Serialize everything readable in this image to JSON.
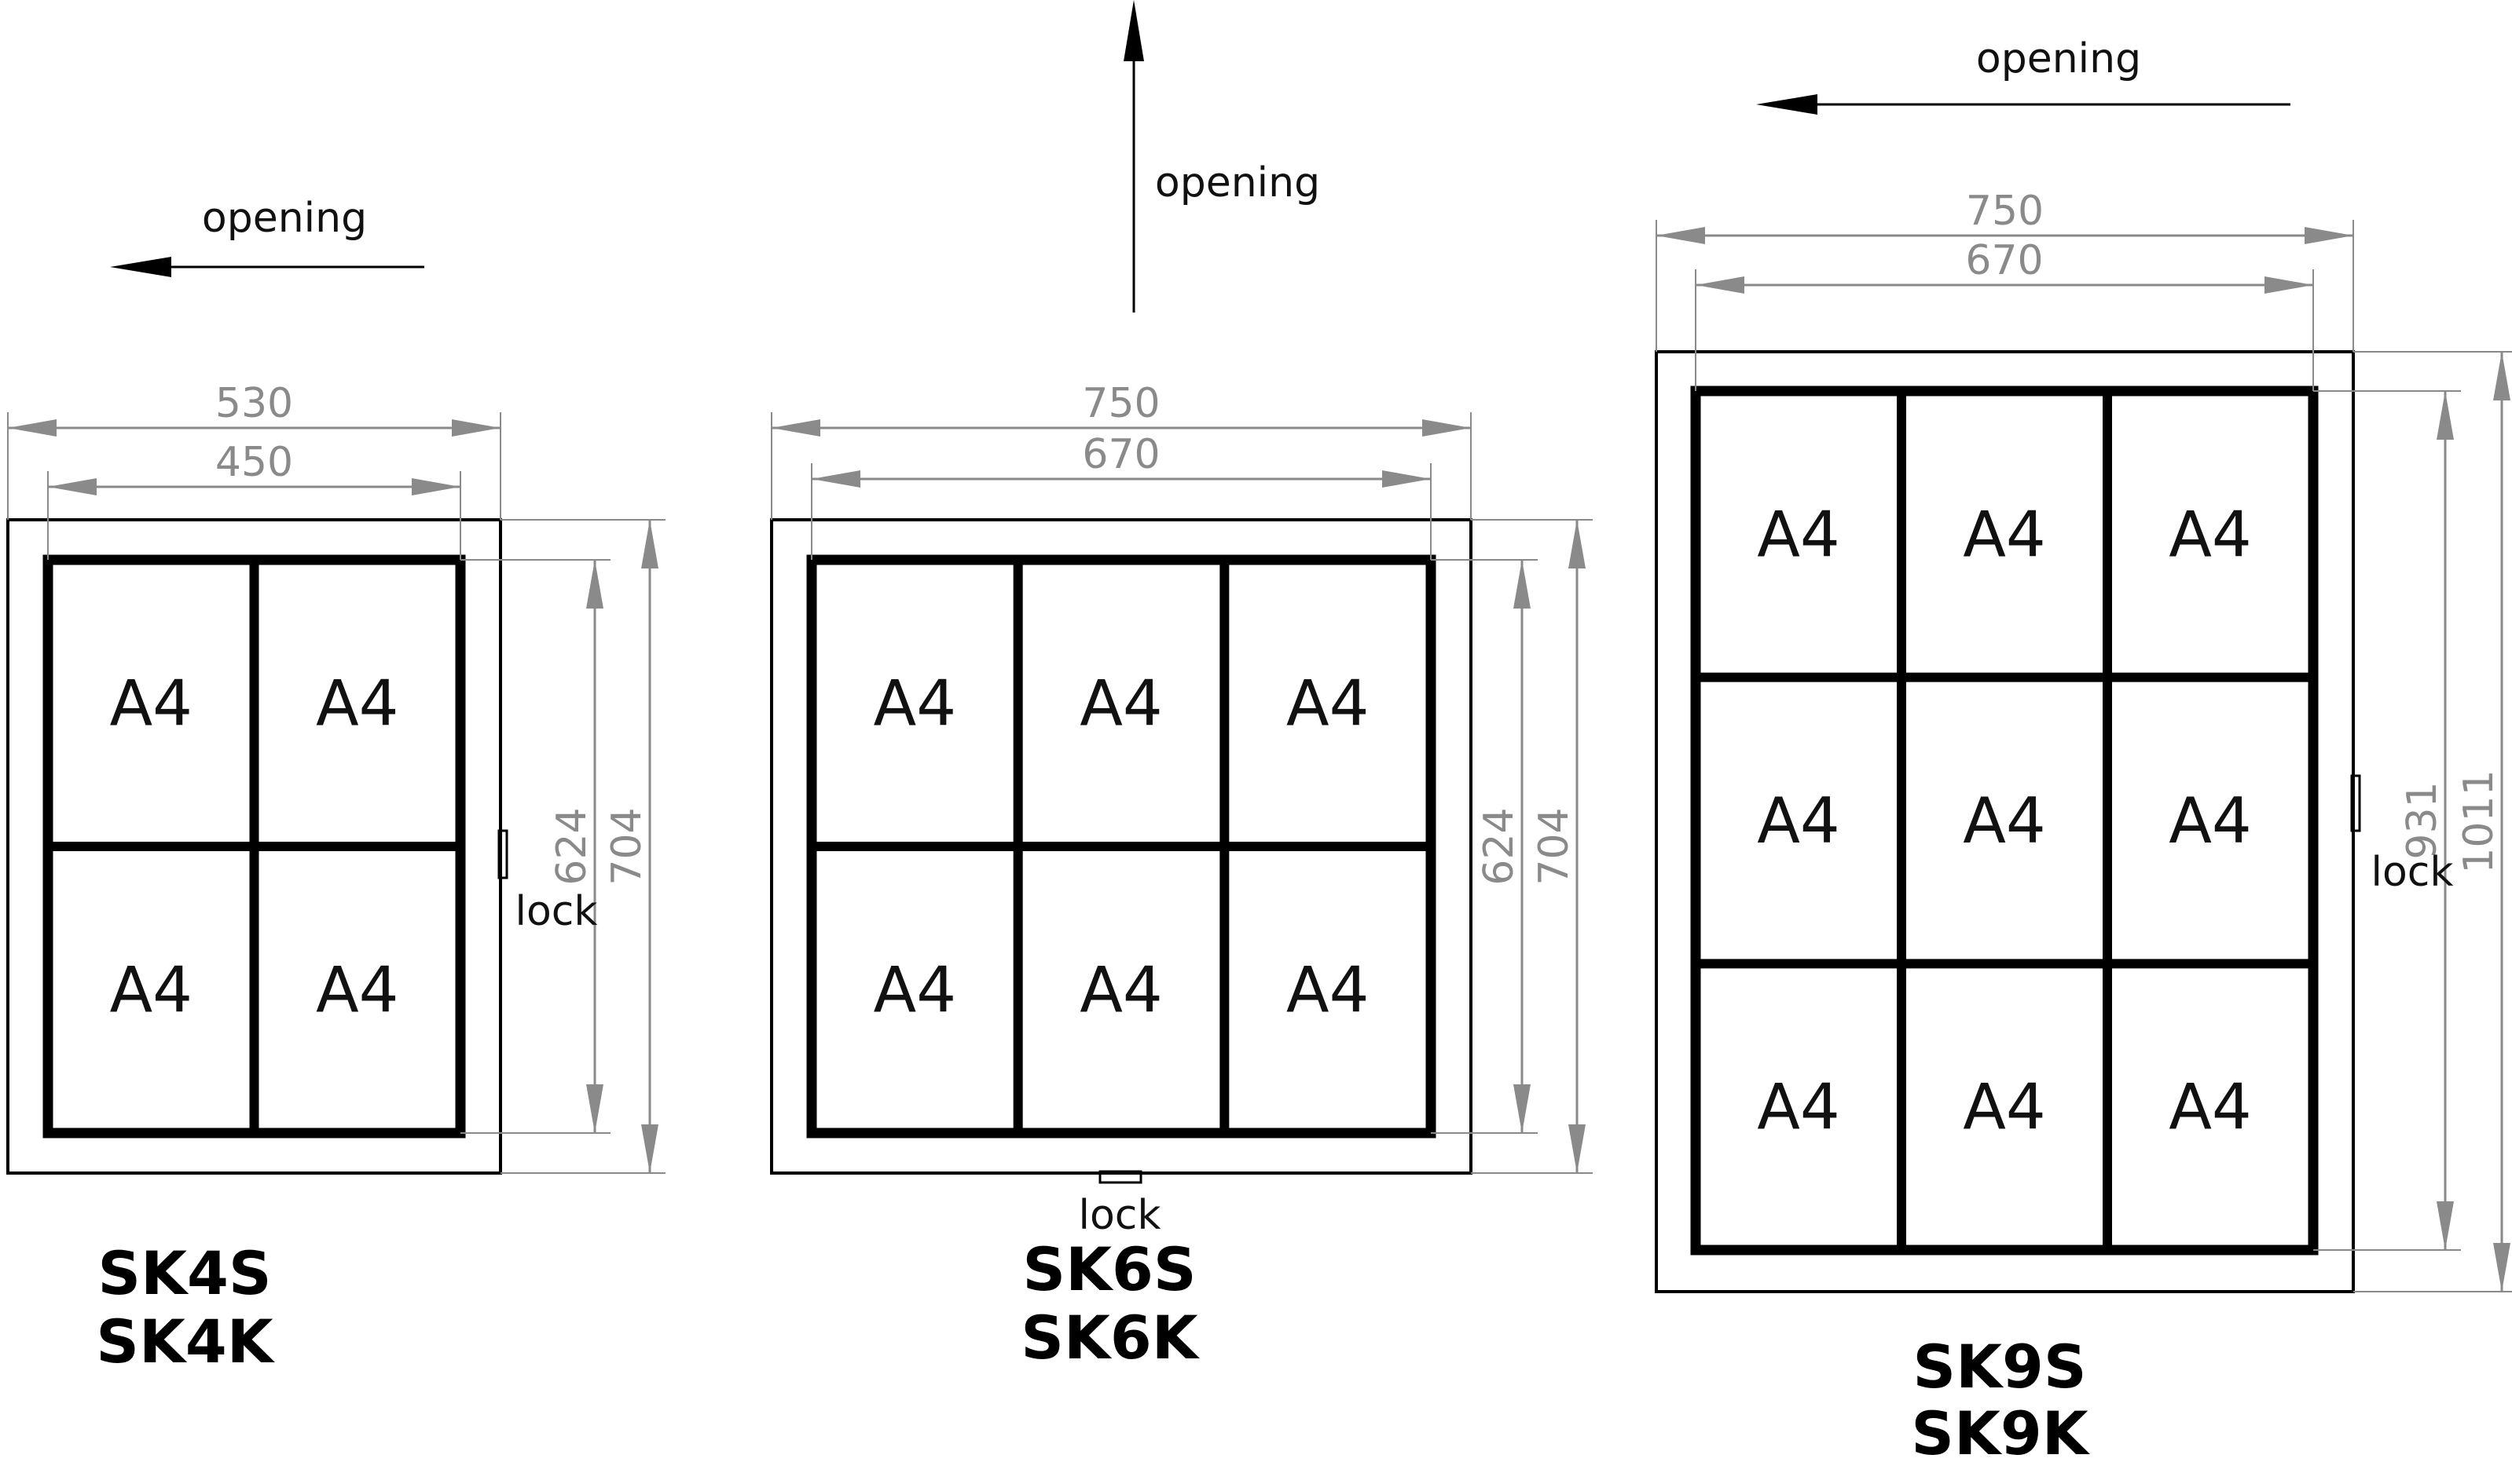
{
  "colors": {
    "line": "#000000",
    "dimension": "#8a8a8a",
    "background": "#ffffff"
  },
  "units": [
    {
      "id": "sk4",
      "models": [
        "SK4S",
        "SK4K"
      ],
      "cols": 2,
      "rows": 2,
      "cell_label": "A4",
      "width_outer": "530",
      "width_inner": "450",
      "height_inner": "624",
      "height_outer": "704",
      "lock_label": "lock",
      "lock_side": "right",
      "opening_label": "opening",
      "opening_direction": "left"
    },
    {
      "id": "sk6",
      "models": [
        "SK6S",
        "SK6K"
      ],
      "cols": 3,
      "rows": 2,
      "cell_label": "A4",
      "width_outer": "750",
      "width_inner": "670",
      "height_inner": "624",
      "height_outer": "704",
      "lock_label": "lock",
      "lock_side": "bottom",
      "opening_label": "opening",
      "opening_direction": "up"
    },
    {
      "id": "sk9",
      "models": [
        "SK9S",
        "SK9K"
      ],
      "cols": 3,
      "rows": 3,
      "cell_label": "A4",
      "width_outer": "750",
      "width_inner": "670",
      "height_inner": "931",
      "height_outer": "1011",
      "lock_label": "lock",
      "lock_side": "right",
      "opening_label": "opening",
      "opening_direction": "left"
    }
  ]
}
